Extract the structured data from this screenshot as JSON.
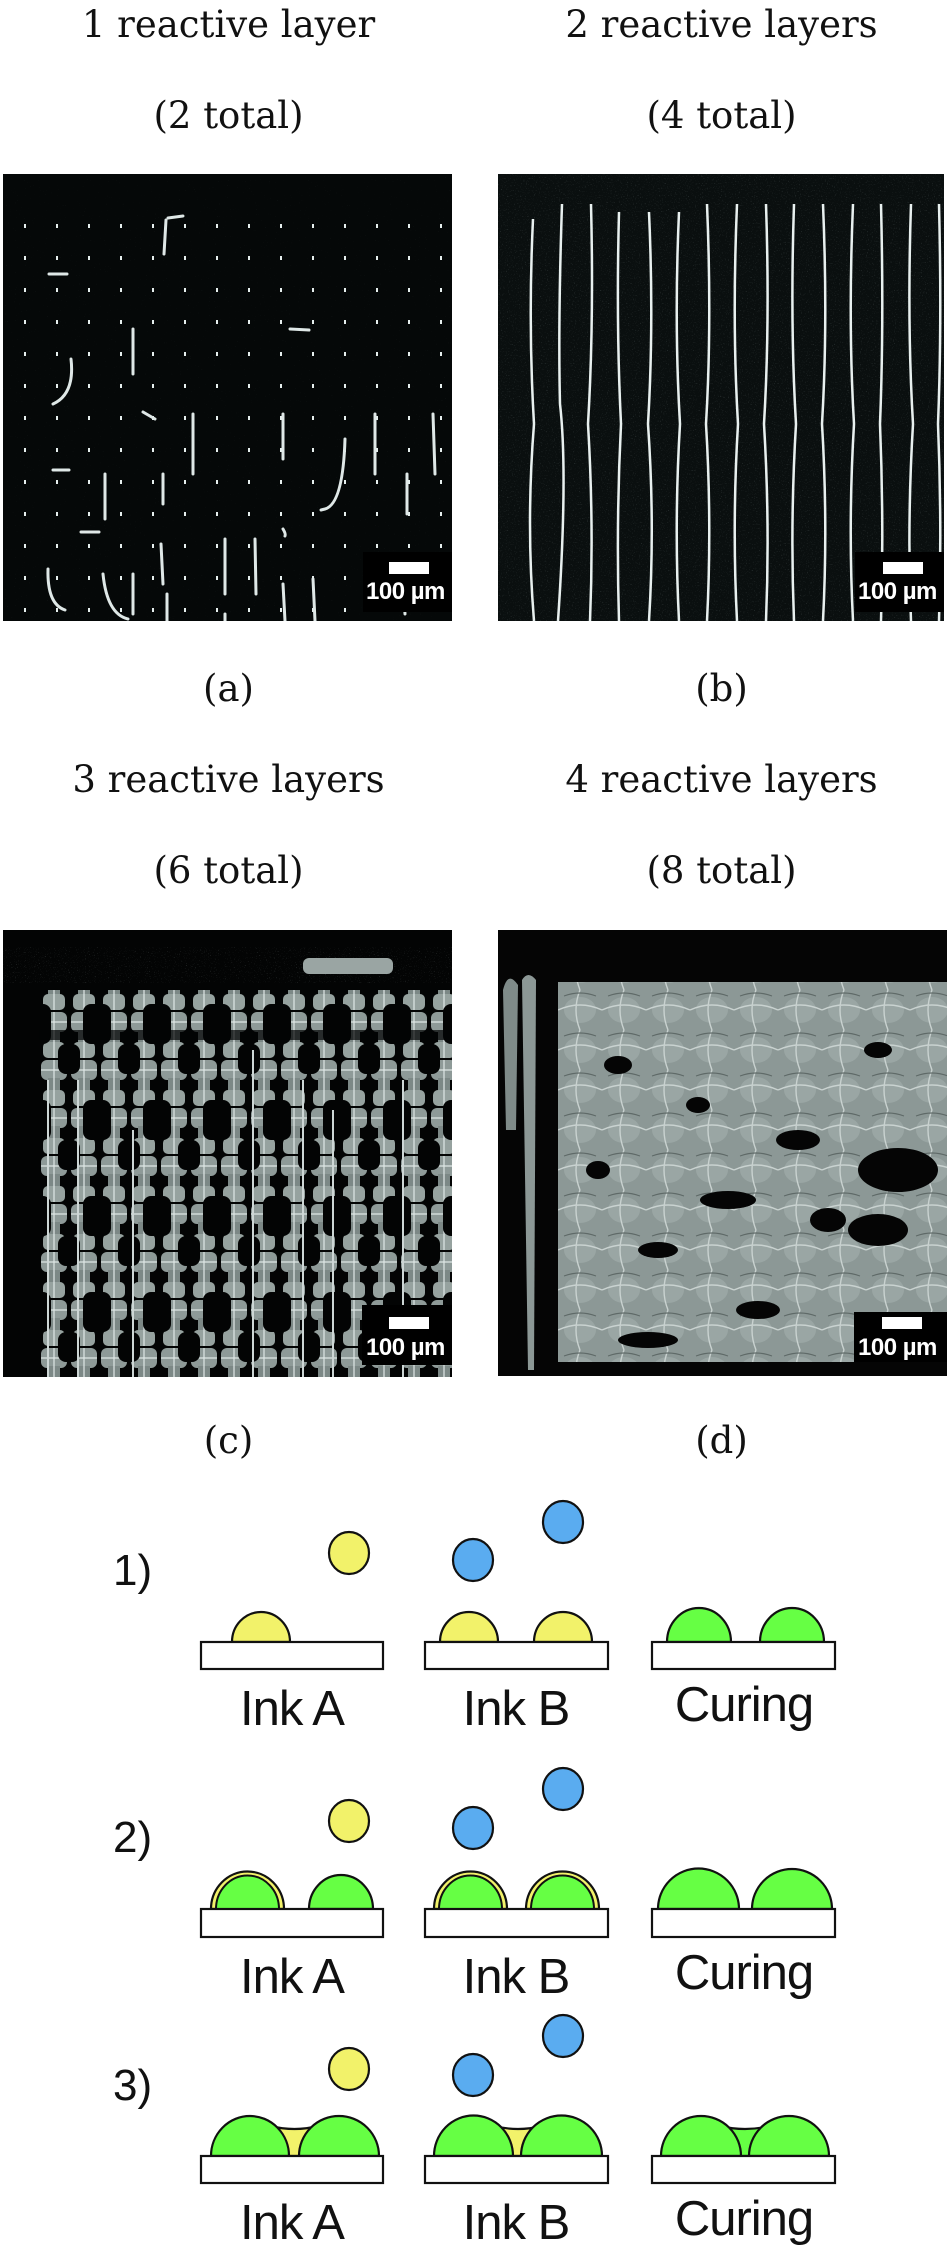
{
  "panels": [
    {
      "id": "a",
      "title": "1 reactive layer",
      "subtitle": "(2 total)",
      "caption": "(a)",
      "scale_bar": "100 µm",
      "pattern": "sparse-dots-and-short-lines"
    },
    {
      "id": "b",
      "title": "2 reactive layers",
      "subtitle": "(4 total)",
      "caption": "(b)",
      "scale_bar": "100 µm",
      "pattern": "parallel-vertical-lines"
    },
    {
      "id": "c",
      "title": "3 reactive layers",
      "subtitle": "(6 total)",
      "caption": "(c)",
      "scale_bar": "100 µm",
      "pattern": "partially-merged-grid"
    },
    {
      "id": "d",
      "title": "4 reactive layers",
      "subtitle": "(8 total)",
      "caption": "(d)",
      "scale_bar": "100 µm",
      "pattern": "mostly-continuous-film"
    }
  ],
  "schematic": {
    "steps": [
      {
        "label": "1)",
        "stages": [
          "Ink A",
          "Ink B",
          "Curing"
        ]
      },
      {
        "label": "2)",
        "stages": [
          "Ink A",
          "Ink B",
          "Curing"
        ]
      },
      {
        "label": "3)",
        "stages": [
          "Ink A",
          "Ink B",
          "Curing"
        ]
      }
    ],
    "colors": {
      "ink_a": "#f2f26a",
      "ink_b": "#5aacf0",
      "cured": "#66ff44",
      "substrate": "#ffffff",
      "outline": "#111111"
    }
  }
}
